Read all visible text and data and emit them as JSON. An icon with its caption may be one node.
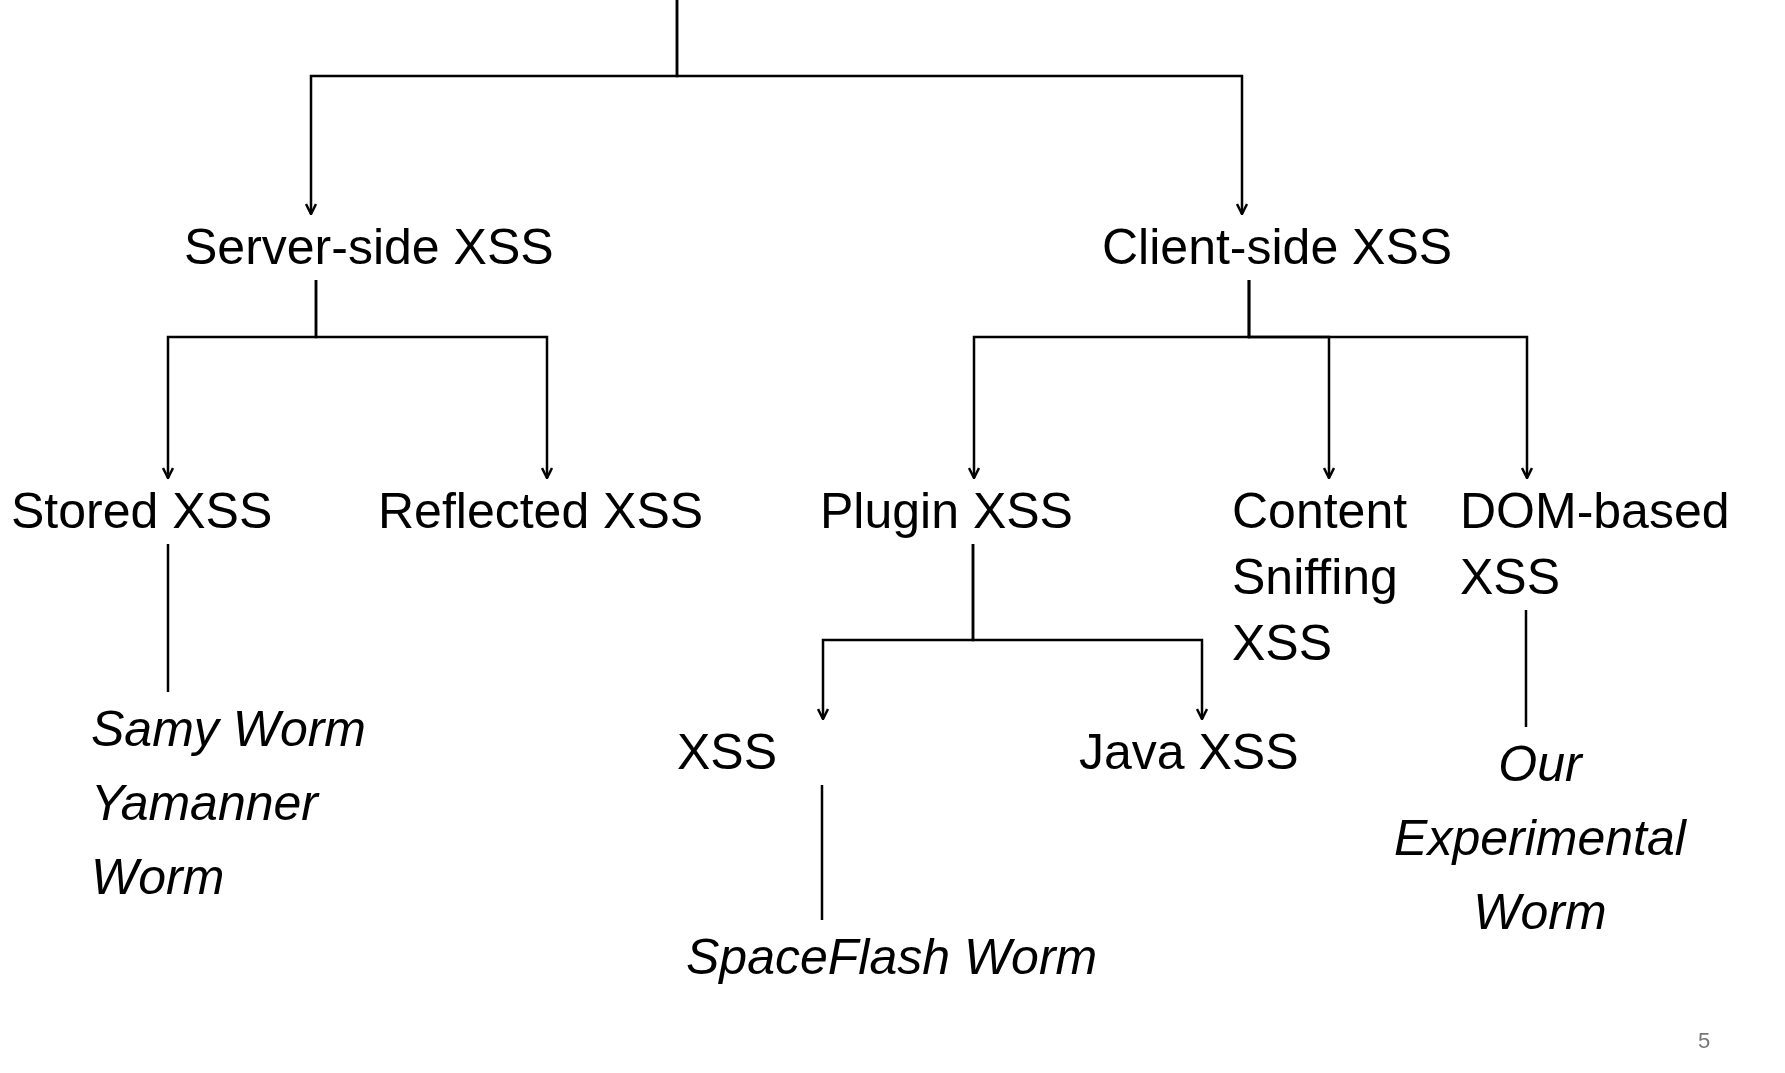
{
  "diagram": {
    "nodes": [
      {
        "text": [
          "Server-side XSS"
        ]
      },
      {
        "text": [
          "Client-side XSS"
        ]
      },
      {
        "text": [
          "Stored XSS"
        ]
      },
      {
        "text": [
          "Reflected XSS"
        ]
      },
      {
        "text": [
          "Plugin XSS"
        ]
      },
      {
        "text": [
          "Content Sniffing XSS"
        ]
      },
      {
        "text": [
          "DOM-based XSS"
        ]
      },
      {
        "text": [
          "XSS"
        ]
      },
      {
        "text": [
          "Java XSS"
        ]
      },
      {
        "text": [
          "Samy Worm",
          "Yamanner Worm"
        ]
      },
      {
        "text": [
          "SpaceFlash Worm"
        ]
      },
      {
        "text": [
          "Our Experimental Worm"
        ]
      }
    ],
    "edges": [
      {
        "from": null,
        "to": 0,
        "arrow": "to"
      },
      {
        "from": null,
        "to": 1,
        "arrow": "to"
      },
      {
        "from": 0,
        "to": 2,
        "arrow": "to"
      },
      {
        "from": 0,
        "to": 3,
        "arrow": "to"
      },
      {
        "from": 1,
        "to": 4,
        "arrow": "to"
      },
      {
        "from": 1,
        "to": 5,
        "arrow": "to"
      },
      {
        "from": 1,
        "to": 6,
        "arrow": "to"
      },
      {
        "from": 4,
        "to": 7,
        "arrow": "to"
      },
      {
        "from": 4,
        "to": 8,
        "arrow": "to"
      },
      {
        "from": 2,
        "to": 9,
        "arrow": "none"
      },
      {
        "from": 7,
        "to": 10,
        "arrow": "none"
      },
      {
        "from": 6,
        "to": 11,
        "arrow": "none"
      }
    ],
    "labels": [
      "5"
    ]
  }
}
